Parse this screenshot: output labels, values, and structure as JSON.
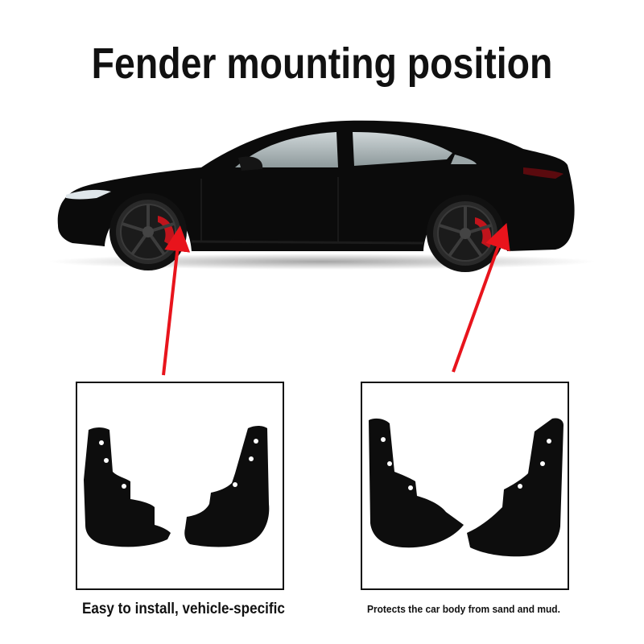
{
  "title": "Fender mounting position",
  "captions": {
    "left": "Easy to install, vehicle-specific",
    "right": "Protects the car body from sand and mud."
  },
  "images": {
    "car": "black-sedan-side-view",
    "product_left": "mud-flaps-pair-front",
    "product_right": "mud-flaps-pair-rear"
  },
  "colors": {
    "arrow": "#e8141c",
    "car_body": "#0b0b0b",
    "brake_caliper": "#c0141c",
    "frame": "#111111"
  }
}
